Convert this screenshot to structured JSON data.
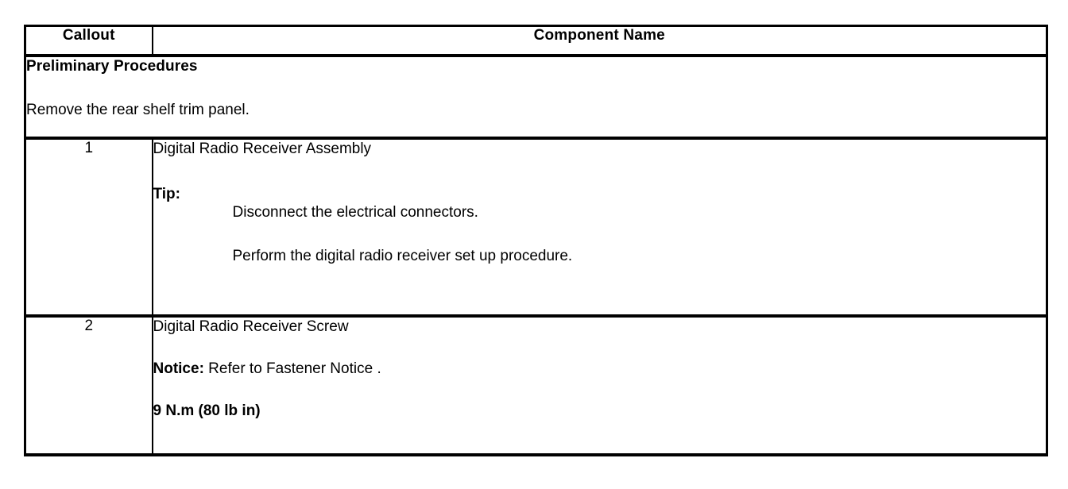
{
  "table": {
    "headers": {
      "callout": "Callout",
      "component_name": "Component Name"
    },
    "preliminary": {
      "title": "Preliminary Procedures",
      "steps": [
        "Remove the rear shelf trim panel."
      ]
    },
    "rows": [
      {
        "callout": "1",
        "name": "Digital Radio Receiver Assembly",
        "tip_label": "Tip:",
        "tip_items": [
          "Disconnect the electrical connectors.",
          "Perform the digital radio receiver set up procedure."
        ]
      },
      {
        "callout": "2",
        "name": "Digital Radio Receiver Screw",
        "notice_label": "Notice:",
        "notice_text": " Refer to Fastener Notice .",
        "torque": "9 N.m (80 lb in)"
      }
    ]
  },
  "colors": {
    "background": "#ffffff",
    "text": "#000000",
    "border": "#000000"
  }
}
